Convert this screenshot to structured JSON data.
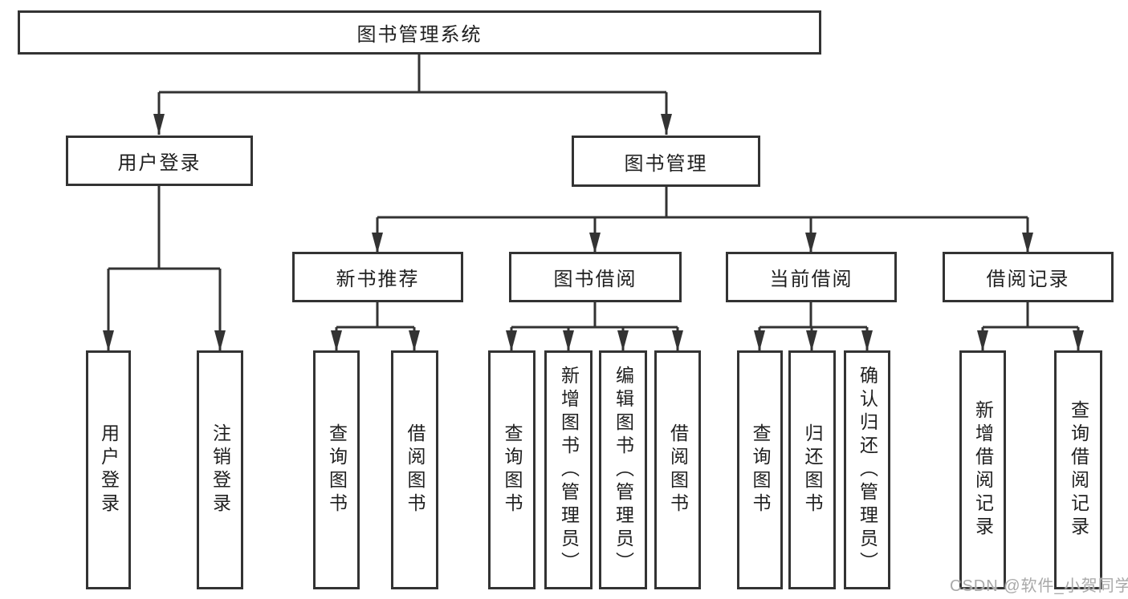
{
  "tree": {
    "label": "图书管理系统",
    "children": [
      {
        "label": "用户登录",
        "children": [
          {
            "label": "用户登录"
          },
          {
            "label": "注销登录"
          }
        ]
      },
      {
        "label": "图书管理",
        "children": [
          {
            "label": "新书推荐",
            "children": [
              {
                "label": "查询图书"
              },
              {
                "label": "借阅图书"
              }
            ]
          },
          {
            "label": "图书借阅",
            "children": [
              {
                "label": "查询图书"
              },
              {
                "label": "新增图书（管理员）"
              },
              {
                "label": "编辑图书（管理员）"
              },
              {
                "label": "借阅图书"
              }
            ]
          },
          {
            "label": "当前借阅",
            "children": [
              {
                "label": "查询图书"
              },
              {
                "label": "归还图书"
              },
              {
                "label": "确认归还（管理员）"
              }
            ]
          },
          {
            "label": "借阅记录",
            "children": [
              {
                "label": "新增借阅记录"
              },
              {
                "label": "查询借阅记录"
              }
            ]
          }
        ]
      }
    ]
  },
  "colors": {
    "line": "#333333",
    "text": "#1f1f1f",
    "background": "#ffffff",
    "watermark": "#a9a9a9"
  },
  "watermark": {
    "text": "CSDN @软件_小贺同学"
  }
}
